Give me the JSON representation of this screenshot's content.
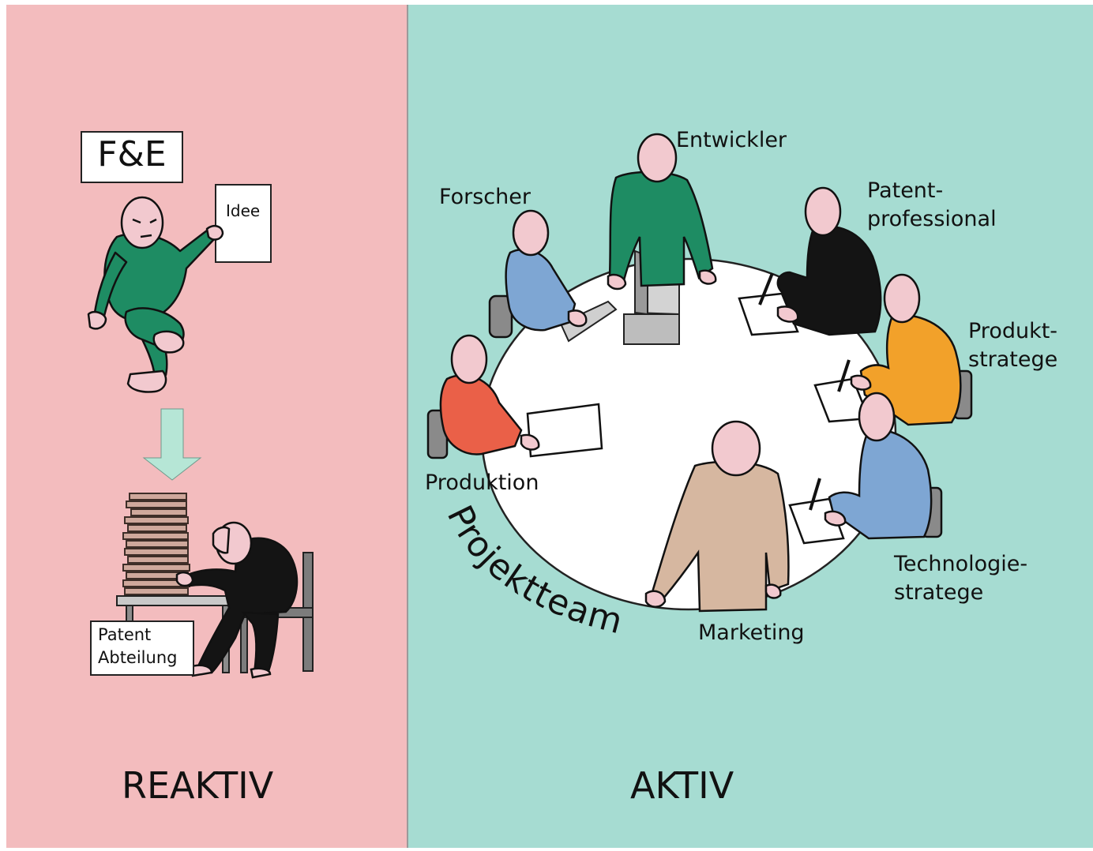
{
  "left_panel": {
    "rd_label": "F&E",
    "idea_label": "Idee",
    "patent_dept_line1": "Patent",
    "patent_dept_line2": "Abteilung",
    "title": "REAKTIV"
  },
  "right_panel": {
    "title": "AKTIV",
    "team_label": "Projektteam",
    "roles": {
      "developer": "Entwickler",
      "researcher": "Forscher",
      "patent_line1": "Patent-",
      "patent_line2": "professional",
      "product_line1": "Produkt-",
      "product_line2": "stratege",
      "production": "Produktion",
      "marketing": "Marketing",
      "tech_line1": "Technologie-",
      "tech_line2": "stratege"
    }
  },
  "colors": {
    "reactive_bg": "#f3bcbe",
    "active_bg": "#a6dcd2",
    "green": "#1e8c63",
    "blue": "#7ea6d3",
    "black": "#141414",
    "orange": "#f2a12a",
    "red": "#ea6048",
    "tan": "#d6b7a0",
    "skin": "#f2c9cf",
    "arrow": "#b6e6d6"
  }
}
